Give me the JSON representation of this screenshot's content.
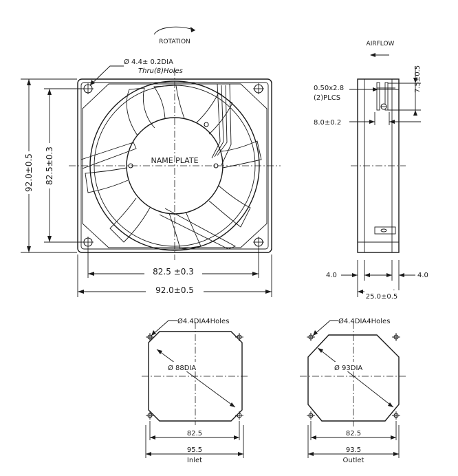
{
  "top_view": {
    "rotation_label": "ROTATION",
    "hole_callout_line1": "Ø 4.4± 0.2DIA",
    "hole_callout_line2": "Thru(8)Holes",
    "name_plate": "NAME PLATE",
    "dim_left_outer": "92.0±0.5",
    "dim_left_inner": "82.5±0.3",
    "dim_bottom_inner": "82.5 ±0.3",
    "dim_bottom_outer": "92.0±0.5"
  },
  "side_view": {
    "airflow_label": "AIRFLOW",
    "terminal_line1": "0.50x2.8",
    "terminal_line2": "(2)PLCS",
    "dim_terminal_height": "7.5±0.5",
    "dim_terminal_offset": "8.0±0.2",
    "dim_flange_left": "4.0",
    "dim_flange_right": "4.0",
    "dim_depth": "25.0±0.5"
  },
  "inlet_view": {
    "hole_callout": "Ø4.4DIA4Holes",
    "circle_dia": "Ø 88DIA",
    "dim_hole_spacing": "82.5",
    "dim_overall": "95.5",
    "caption": "Inlet"
  },
  "outlet_view": {
    "hole_callout": "Ø4.4DIA4Holes",
    "circle_dia": "Ø 93DIA",
    "dim_hole_spacing": "82.5",
    "dim_overall": "93.5",
    "caption": "Outlet"
  }
}
